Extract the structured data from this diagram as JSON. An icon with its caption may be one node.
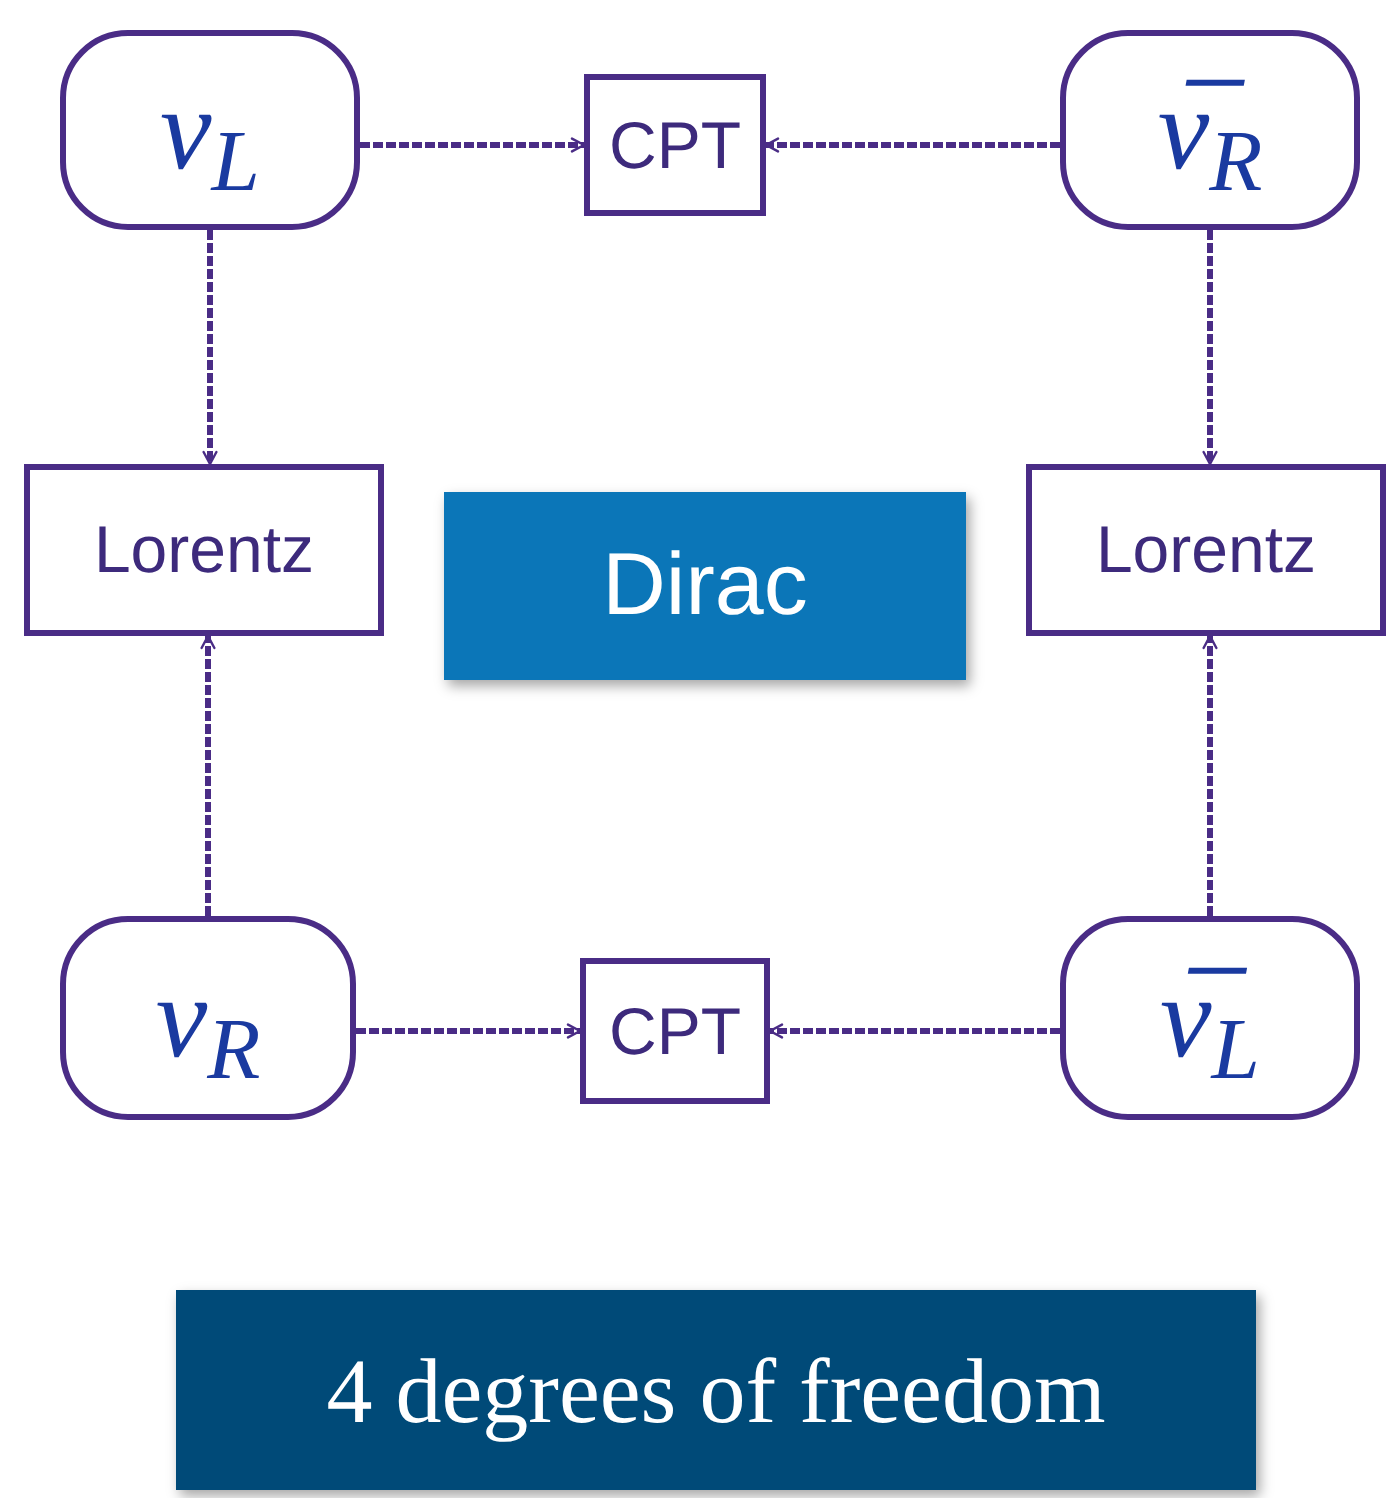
{
  "diagram": {
    "nodes": [
      {
        "text": [
          "ν$_{L}$"
        ]
      },
      {
        "text": [
          "CPT"
        ]
      },
      {
        "text": [
          "ν̅$_{R}$"
        ]
      },
      {
        "text": [
          "Lorentz"
        ]
      },
      {
        "text": [
          "Dirac"
        ]
      },
      {
        "text": [
          "Lorentz"
        ]
      },
      {
        "text": [
          "ν$_{R}$"
        ]
      },
      {
        "text": [
          "CPT"
        ]
      },
      {
        "text": [
          "ν̅$_{L}$"
        ]
      },
      {
        "text": [
          "4 degrees of freedom"
        ]
      }
    ],
    "edges": [
      {
        "from": 0,
        "to": 1,
        "arrow": "to"
      },
      {
        "from": 2,
        "to": 1,
        "arrow": "to"
      },
      {
        "from": 0,
        "to": 3,
        "arrow": "to"
      },
      {
        "from": 2,
        "to": 5,
        "arrow": "to"
      },
      {
        "from": 6,
        "to": 3,
        "arrow": "to"
      },
      {
        "from": 8,
        "to": 5,
        "arrow": "to"
      },
      {
        "from": 6,
        "to": 7,
        "arrow": "to"
      },
      {
        "from": 8,
        "to": 7,
        "arrow": "to"
      }
    ]
  }
}
